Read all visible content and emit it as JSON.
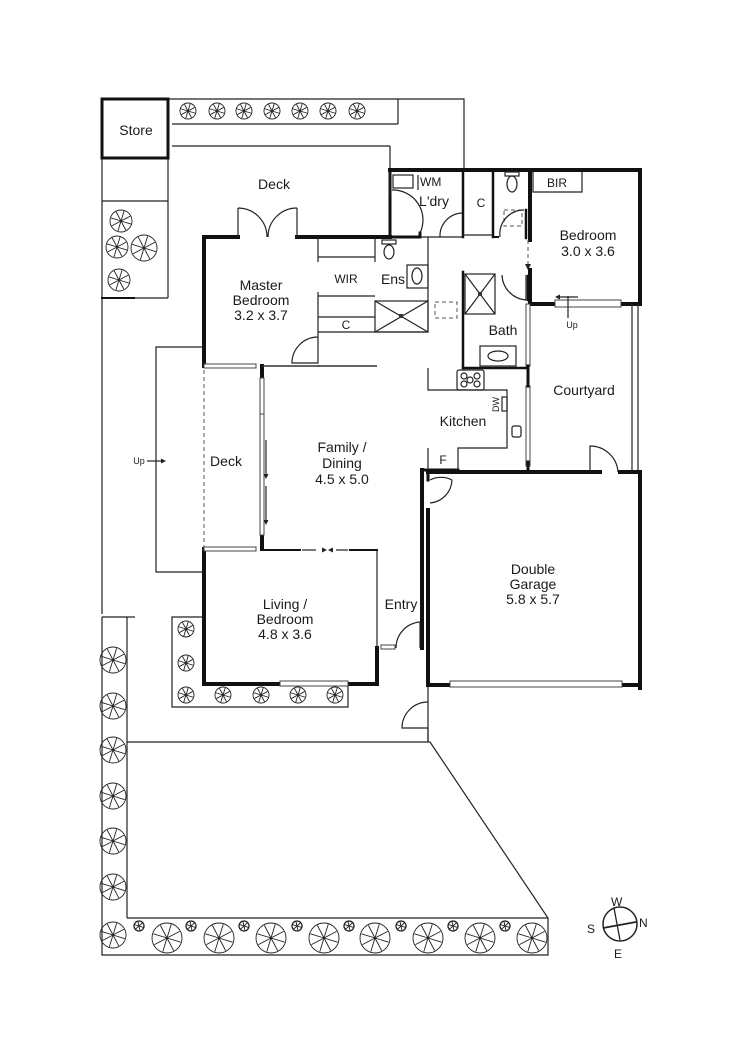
{
  "floorplan": {
    "title": "Floor Plan",
    "rooms": {
      "store": {
        "name": "Store"
      },
      "deck_north": {
        "name": "Deck"
      },
      "master": {
        "name": "Master",
        "name2": "Bedroom",
        "dims": "3.2 x 3.7"
      },
      "wir": {
        "name": "WIR"
      },
      "ens": {
        "name": "Ens"
      },
      "ldry": {
        "name": "L'dry"
      },
      "wm": {
        "name": "WM"
      },
      "c1": {
        "name": "C"
      },
      "c2": {
        "name": "C"
      },
      "bir": {
        "name": "BIR"
      },
      "bedroom": {
        "name": "Bedroom",
        "dims": "3.0 x 3.6"
      },
      "bath": {
        "name": "Bath"
      },
      "courtyard": {
        "name": "Courtyard"
      },
      "courtyard_up": {
        "name": "Up"
      },
      "kitchen": {
        "name": "Kitchen"
      },
      "dw": {
        "name": "DW"
      },
      "fridge": {
        "name": "F"
      },
      "family": {
        "name": "Family /",
        "name2": "Dining",
        "dims": "4.5 x 5.0"
      },
      "deck_west": {
        "name": "Deck"
      },
      "deck_up": {
        "name": "Up"
      },
      "living": {
        "name": "Living /",
        "name2": "Bedroom",
        "dims": "4.8 x 3.6"
      },
      "entry": {
        "name": "Entry"
      },
      "garage": {
        "name": "Double",
        "name2": "Garage",
        "dims": "5.8 x 5.7"
      }
    },
    "compass": {
      "n": "N",
      "s": "S",
      "e": "E",
      "w": "W"
    }
  }
}
